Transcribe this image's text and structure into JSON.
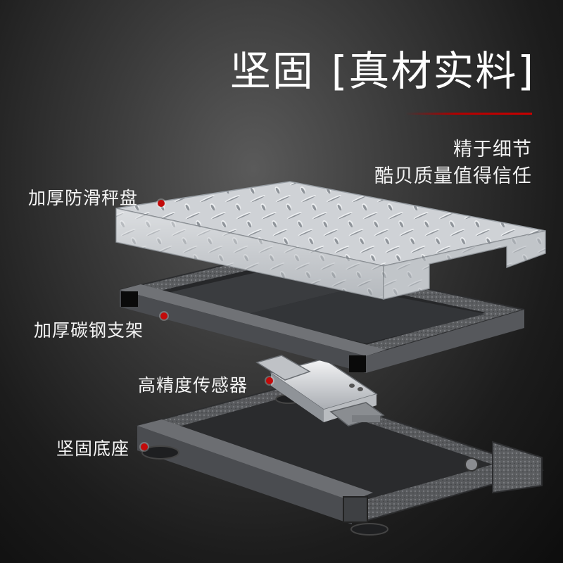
{
  "headline": {
    "main": "坚固",
    "bracketed": "[真材实料]"
  },
  "tagline": {
    "line1": "精于细节",
    "line2": "酷贝质量值得信任"
  },
  "callouts": [
    {
      "label": "加厚防滑秤盘"
    },
    {
      "label": "加厚碳钢支架"
    },
    {
      "label": "高精度传感器"
    },
    {
      "label": "坚固底座"
    }
  ],
  "colors": {
    "accent": "#c30a0a",
    "text": "#ffffff"
  }
}
